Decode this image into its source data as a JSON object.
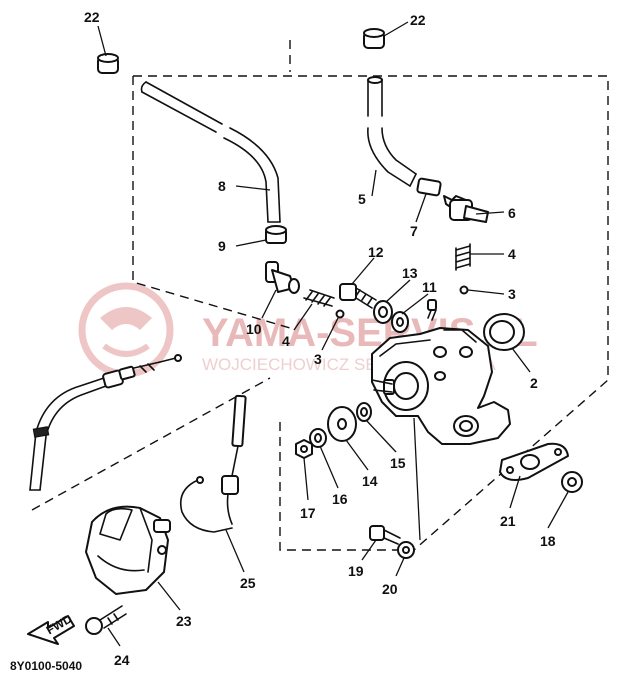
{
  "diagram_code": "8Y0100-5040",
  "fwd_label": "FWD",
  "watermark": {
    "main": "YAMA-SERVIS.PL",
    "sub": "WOJCIECHOWICZ SERWIS YAMAHA"
  },
  "callouts": [
    "22",
    "22",
    "8",
    "9",
    "10",
    "5",
    "7",
    "6",
    "4",
    "3",
    "12",
    "13",
    "11",
    "4",
    "3",
    "2",
    "15",
    "14",
    "16",
    "17",
    "21",
    "18",
    "19",
    "20",
    "23",
    "24",
    "25"
  ]
}
